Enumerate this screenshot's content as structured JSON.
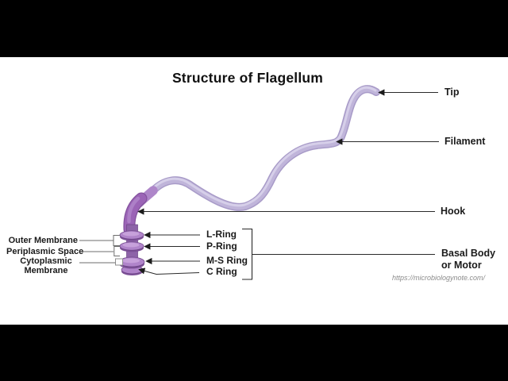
{
  "title": "Structure of Flagellum",
  "watermark": "https://microbiologynote.com/",
  "labels": {
    "tip": "Tip",
    "filament": "Filament",
    "hook": "Hook",
    "basal_body": "Basal Body or Motor",
    "l_ring": "L-Ring",
    "p_ring": "P-Ring",
    "ms_ring": "M-S Ring",
    "c_ring": "C Ring",
    "outer_membrane": "Outer Membrane",
    "periplasmic_space": "Periplasmic Space",
    "cytoplasmic_membrane": "Cytoplasmic Membrane"
  },
  "colors": {
    "letterbox": "#000000",
    "canvas": "#ffffff",
    "filament_edge": "#a89bc8",
    "filament_body": "#c0b5da",
    "filament_highlight": "#d8d2ea",
    "hook": "#9b64b6",
    "hook_shadow": "#84539e",
    "transition": "#ae86c9",
    "ring_fill": "#b084ca",
    "ring_shadow": "#7b4f96",
    "ring_outline": "#6b4384",
    "ring_highlight": "#cba6de",
    "rod": "#8d63a8",
    "pointer_line": "#2a2a2a",
    "membrane_line": "#6e6e6e",
    "text": "#1b1b1b",
    "watermark_text": "#8c8c8c"
  }
}
